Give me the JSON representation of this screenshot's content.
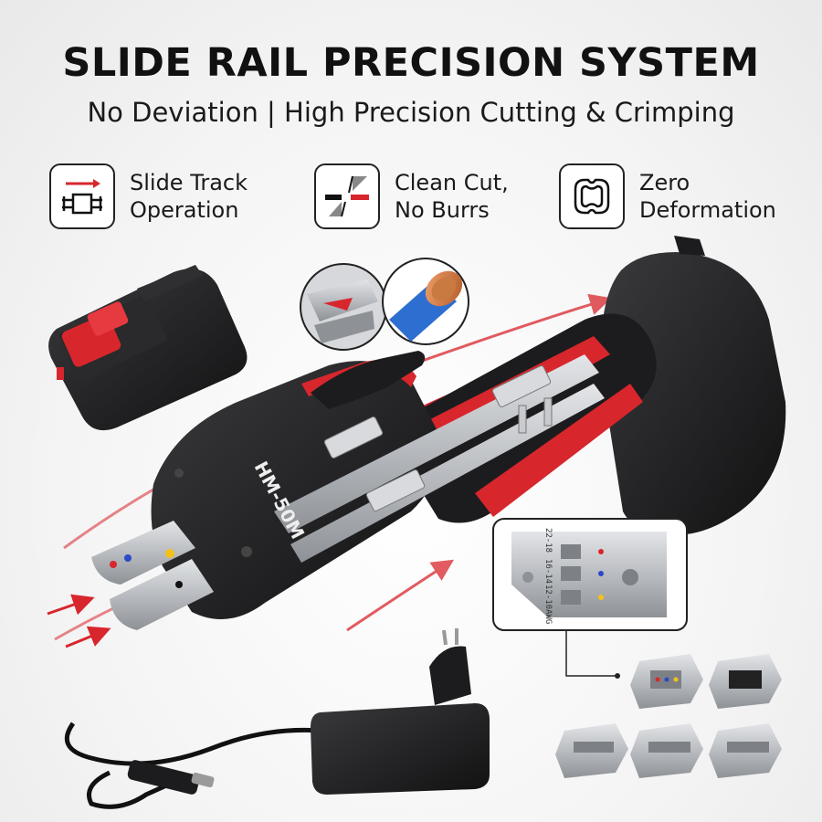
{
  "header": {
    "title": "SLIDE RAIL PRECISION SYSTEM",
    "subtitle": "No Deviation | High Precision Cutting & Crimping"
  },
  "features": [
    {
      "line1": "Slide Track",
      "line2": "Operation",
      "icon": "slide-track-icon"
    },
    {
      "line1": "Clean Cut,",
      "line2": "No Burrs",
      "icon": "clean-cut-icon"
    },
    {
      "line1": "Zero",
      "line2": "Deformation",
      "icon": "zero-deformation-icon"
    }
  ],
  "product": {
    "model_label": "HM-50M",
    "die_markings": [
      "22-18",
      "16-14",
      "12-10AWG"
    ]
  },
  "colors": {
    "accent_red": "#d8262d",
    "tool_black": "#1c1c1e",
    "steel": "#b9bcc0"
  }
}
